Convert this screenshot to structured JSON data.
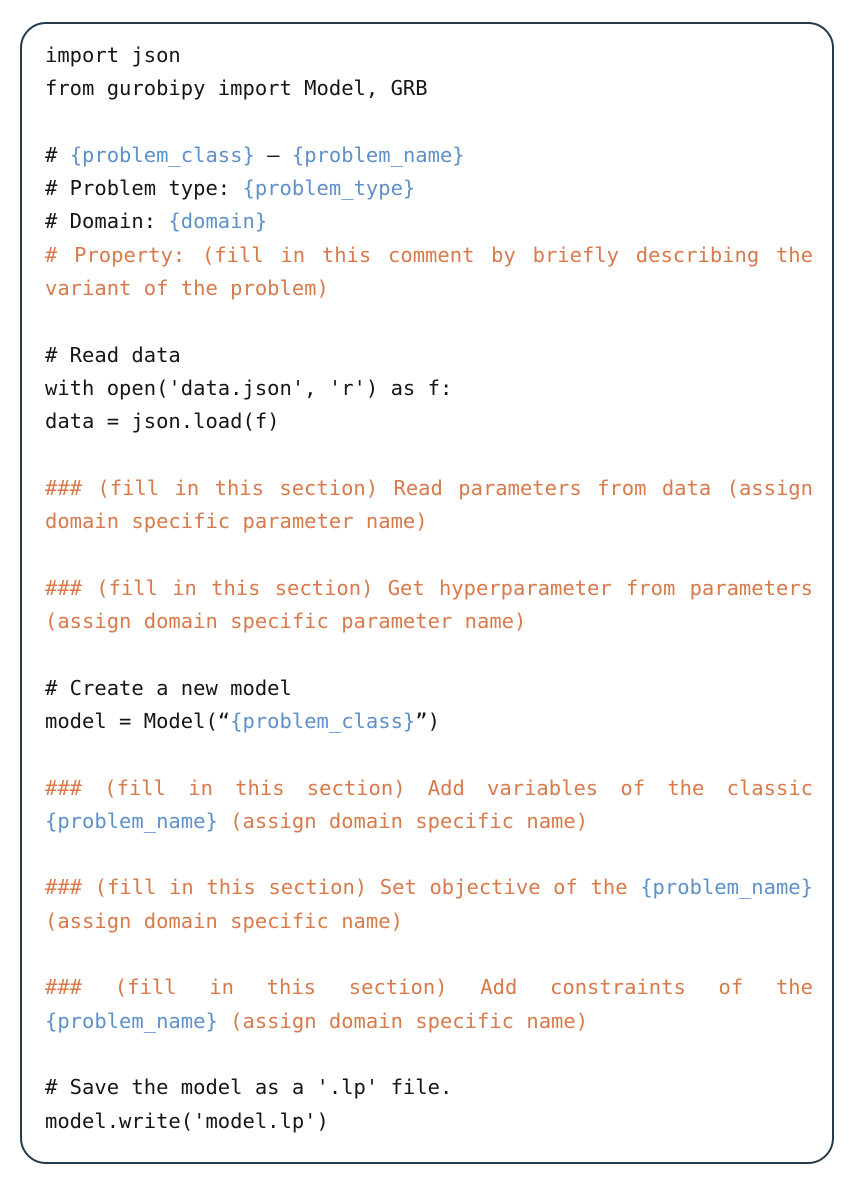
{
  "colors": {
    "code": "#161616",
    "placeholder": "#5f91c9",
    "comment": "#d87a4b",
    "border": "#24394a",
    "background": "#ffffff"
  },
  "code": {
    "language": "python",
    "lines": [
      {
        "justify": false,
        "segments": [
          {
            "c": "code",
            "t": "import json"
          }
        ]
      },
      {
        "justify": false,
        "segments": [
          {
            "c": "code",
            "t": "from gurobipy import Model, GRB"
          }
        ]
      },
      {
        "blank": true
      },
      {
        "justify": false,
        "segments": [
          {
            "c": "code",
            "t": "# "
          },
          {
            "c": "placeholder",
            "t": "{problem_class}"
          },
          {
            "c": "code",
            "t": " — "
          },
          {
            "c": "placeholder",
            "t": "{problem_name}"
          }
        ]
      },
      {
        "justify": false,
        "segments": [
          {
            "c": "code",
            "t": "# Problem type: "
          },
          {
            "c": "placeholder",
            "t": "{problem_type}"
          }
        ]
      },
      {
        "justify": false,
        "segments": [
          {
            "c": "code",
            "t": "# Domain: "
          },
          {
            "c": "placeholder",
            "t": "{domain}"
          }
        ]
      },
      {
        "justify": true,
        "segments": [
          {
            "c": "comment",
            "t": "# Property: (fill in this comment by briefly describing the"
          }
        ]
      },
      {
        "justify": false,
        "segments": [
          {
            "c": "comment",
            "t": "variant of the problem)"
          }
        ]
      },
      {
        "blank": true
      },
      {
        "justify": false,
        "segments": [
          {
            "c": "code",
            "t": "# Read data"
          }
        ]
      },
      {
        "justify": false,
        "segments": [
          {
            "c": "code",
            "t": "with open('data.json', 'r') as f:"
          }
        ]
      },
      {
        "justify": false,
        "segments": [
          {
            "c": "code",
            "t": "data = json.load(f)"
          }
        ]
      },
      {
        "blank": true
      },
      {
        "justify": true,
        "segments": [
          {
            "c": "comment",
            "t": "### (fill in this section) Read parameters from data (assign"
          }
        ]
      },
      {
        "justify": false,
        "segments": [
          {
            "c": "comment",
            "t": "domain specific parameter name)"
          }
        ]
      },
      {
        "blank": true
      },
      {
        "justify": true,
        "segments": [
          {
            "c": "comment",
            "t": "### (fill in this section) Get hyperparameter from parameters"
          }
        ]
      },
      {
        "justify": false,
        "segments": [
          {
            "c": "comment",
            "t": "(assign domain specific parameter name)"
          }
        ]
      },
      {
        "blank": true
      },
      {
        "justify": false,
        "segments": [
          {
            "c": "code",
            "t": "# Create a new model"
          }
        ]
      },
      {
        "justify": false,
        "segments": [
          {
            "c": "code",
            "t": "model = Model(“"
          },
          {
            "c": "placeholder",
            "t": "{problem_class}"
          },
          {
            "c": "code",
            "t": "”)"
          }
        ]
      },
      {
        "blank": true
      },
      {
        "justify": true,
        "segments": [
          {
            "c": "comment",
            "t": "### (fill in this section) Add variables of the classic"
          }
        ]
      },
      {
        "justify": false,
        "segments": [
          {
            "c": "placeholder",
            "t": "{problem_name}"
          },
          {
            "c": "comment",
            "t": " (assign domain specific name)"
          }
        ]
      },
      {
        "blank": true
      },
      {
        "justify": true,
        "segments": [
          {
            "c": "comment",
            "t": "### (fill in this section) Set objective of the "
          },
          {
            "c": "placeholder",
            "t": "{problem_name}"
          }
        ]
      },
      {
        "justify": false,
        "segments": [
          {
            "c": "comment",
            "t": "(assign domain specific name)"
          }
        ]
      },
      {
        "blank": true
      },
      {
        "justify": true,
        "segments": [
          {
            "c": "comment",
            "t": "### (fill in this section) Add constraints of the"
          }
        ]
      },
      {
        "justify": false,
        "segments": [
          {
            "c": "placeholder",
            "t": "{problem_name}"
          },
          {
            "c": "comment",
            "t": " (assign domain specific name)"
          }
        ]
      },
      {
        "blank": true
      },
      {
        "justify": false,
        "segments": [
          {
            "c": "code",
            "t": "# Save the model as a '.lp' file."
          }
        ]
      },
      {
        "justify": false,
        "segments": [
          {
            "c": "code",
            "t": "model.write('model.lp')"
          }
        ]
      }
    ]
  }
}
